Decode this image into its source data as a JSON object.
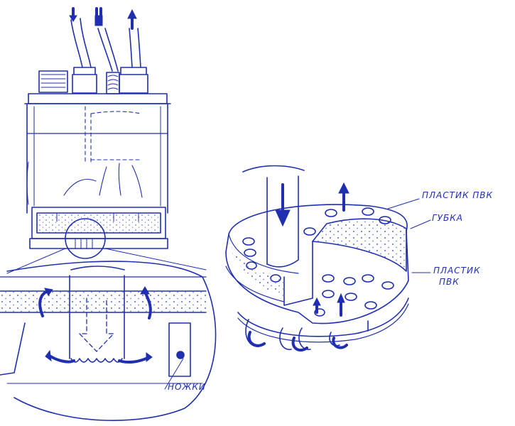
{
  "colors": {
    "ink": "#1f2fb0",
    "ink_light": "#6f7fd6",
    "paper": "#ffffff"
  },
  "labels": {
    "plastic_top": "ПЛАСТИК  ПВК",
    "sponge": "ГУБКА",
    "plastic_bottom_line1": "ПЛАСТИК",
    "plastic_bottom_line2": "ПВК",
    "legs": "НОЖКИ"
  },
  "icons": [
    "arrow-down-icon",
    "power-plug-icon",
    "arrow-up-icon"
  ]
}
